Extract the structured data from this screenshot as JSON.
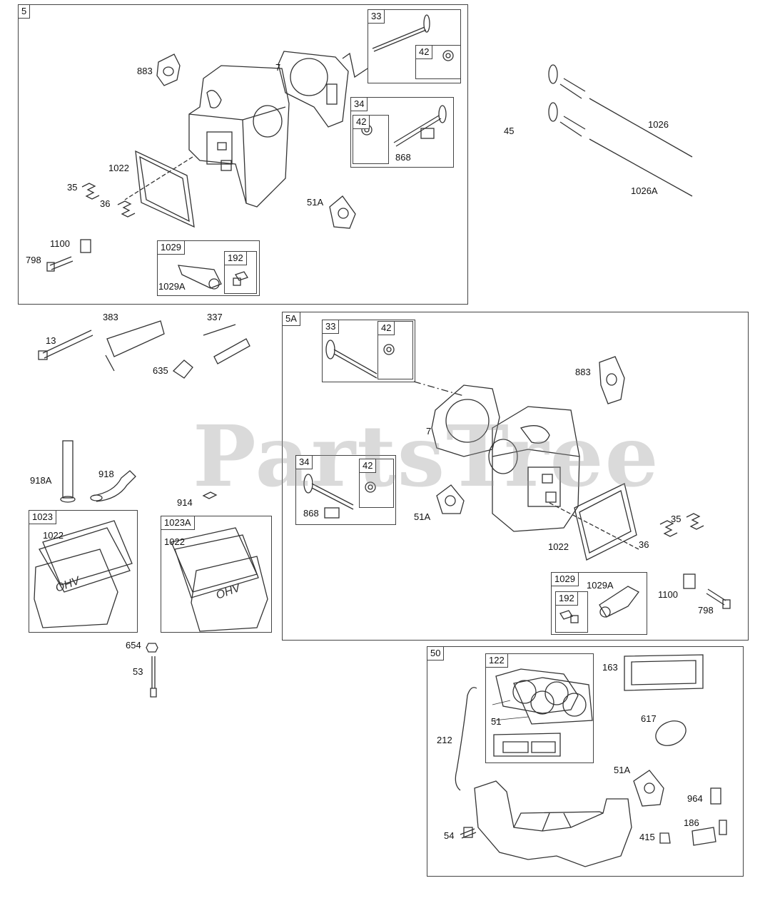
{
  "watermark": "PartsTree",
  "groups": {
    "g5": "5",
    "g5A": "5A",
    "g50": "50",
    "g33a": "33",
    "g42a": "42",
    "g34a": "34",
    "g42b": "42",
    "g1029a": "1029",
    "g192a": "192",
    "g1023": "1023",
    "g1023A": "1023A",
    "g33b": "33",
    "g42c": "42",
    "g34b": "34",
    "g42d": "42",
    "g1029b": "1029",
    "g192b": "192",
    "g122": "122"
  },
  "labels": {
    "l883a": "883",
    "l7a": "7",
    "l1022a": "1022",
    "l35a": "35",
    "l36a": "36",
    "l1100a": "1100",
    "l798a": "798",
    "l1029Aa": "1029A",
    "l51Aa": "51A",
    "l868a": "868",
    "l45": "45",
    "l1026": "1026",
    "l1026A": "1026A",
    "l13": "13",
    "l383": "383",
    "l337": "337",
    "l635": "635",
    "l918A": "918A",
    "l918": "918",
    "l914": "914",
    "l1022b": "1022",
    "l1022c": "1022",
    "l654": "654",
    "l53": "53",
    "l883b": "883",
    "l7b": "7",
    "l868b": "868",
    "l51Ab": "51A",
    "l1022d": "1022",
    "l35b": "35",
    "l36b": "36",
    "l1029Ab": "1029A",
    "l1100b": "1100",
    "l798b": "798",
    "l163": "163",
    "l617": "617",
    "l212": "212",
    "l51": "51",
    "l51Ac": "51A",
    "l964": "964",
    "l186": "186",
    "l54": "54",
    "l415": "415"
  }
}
